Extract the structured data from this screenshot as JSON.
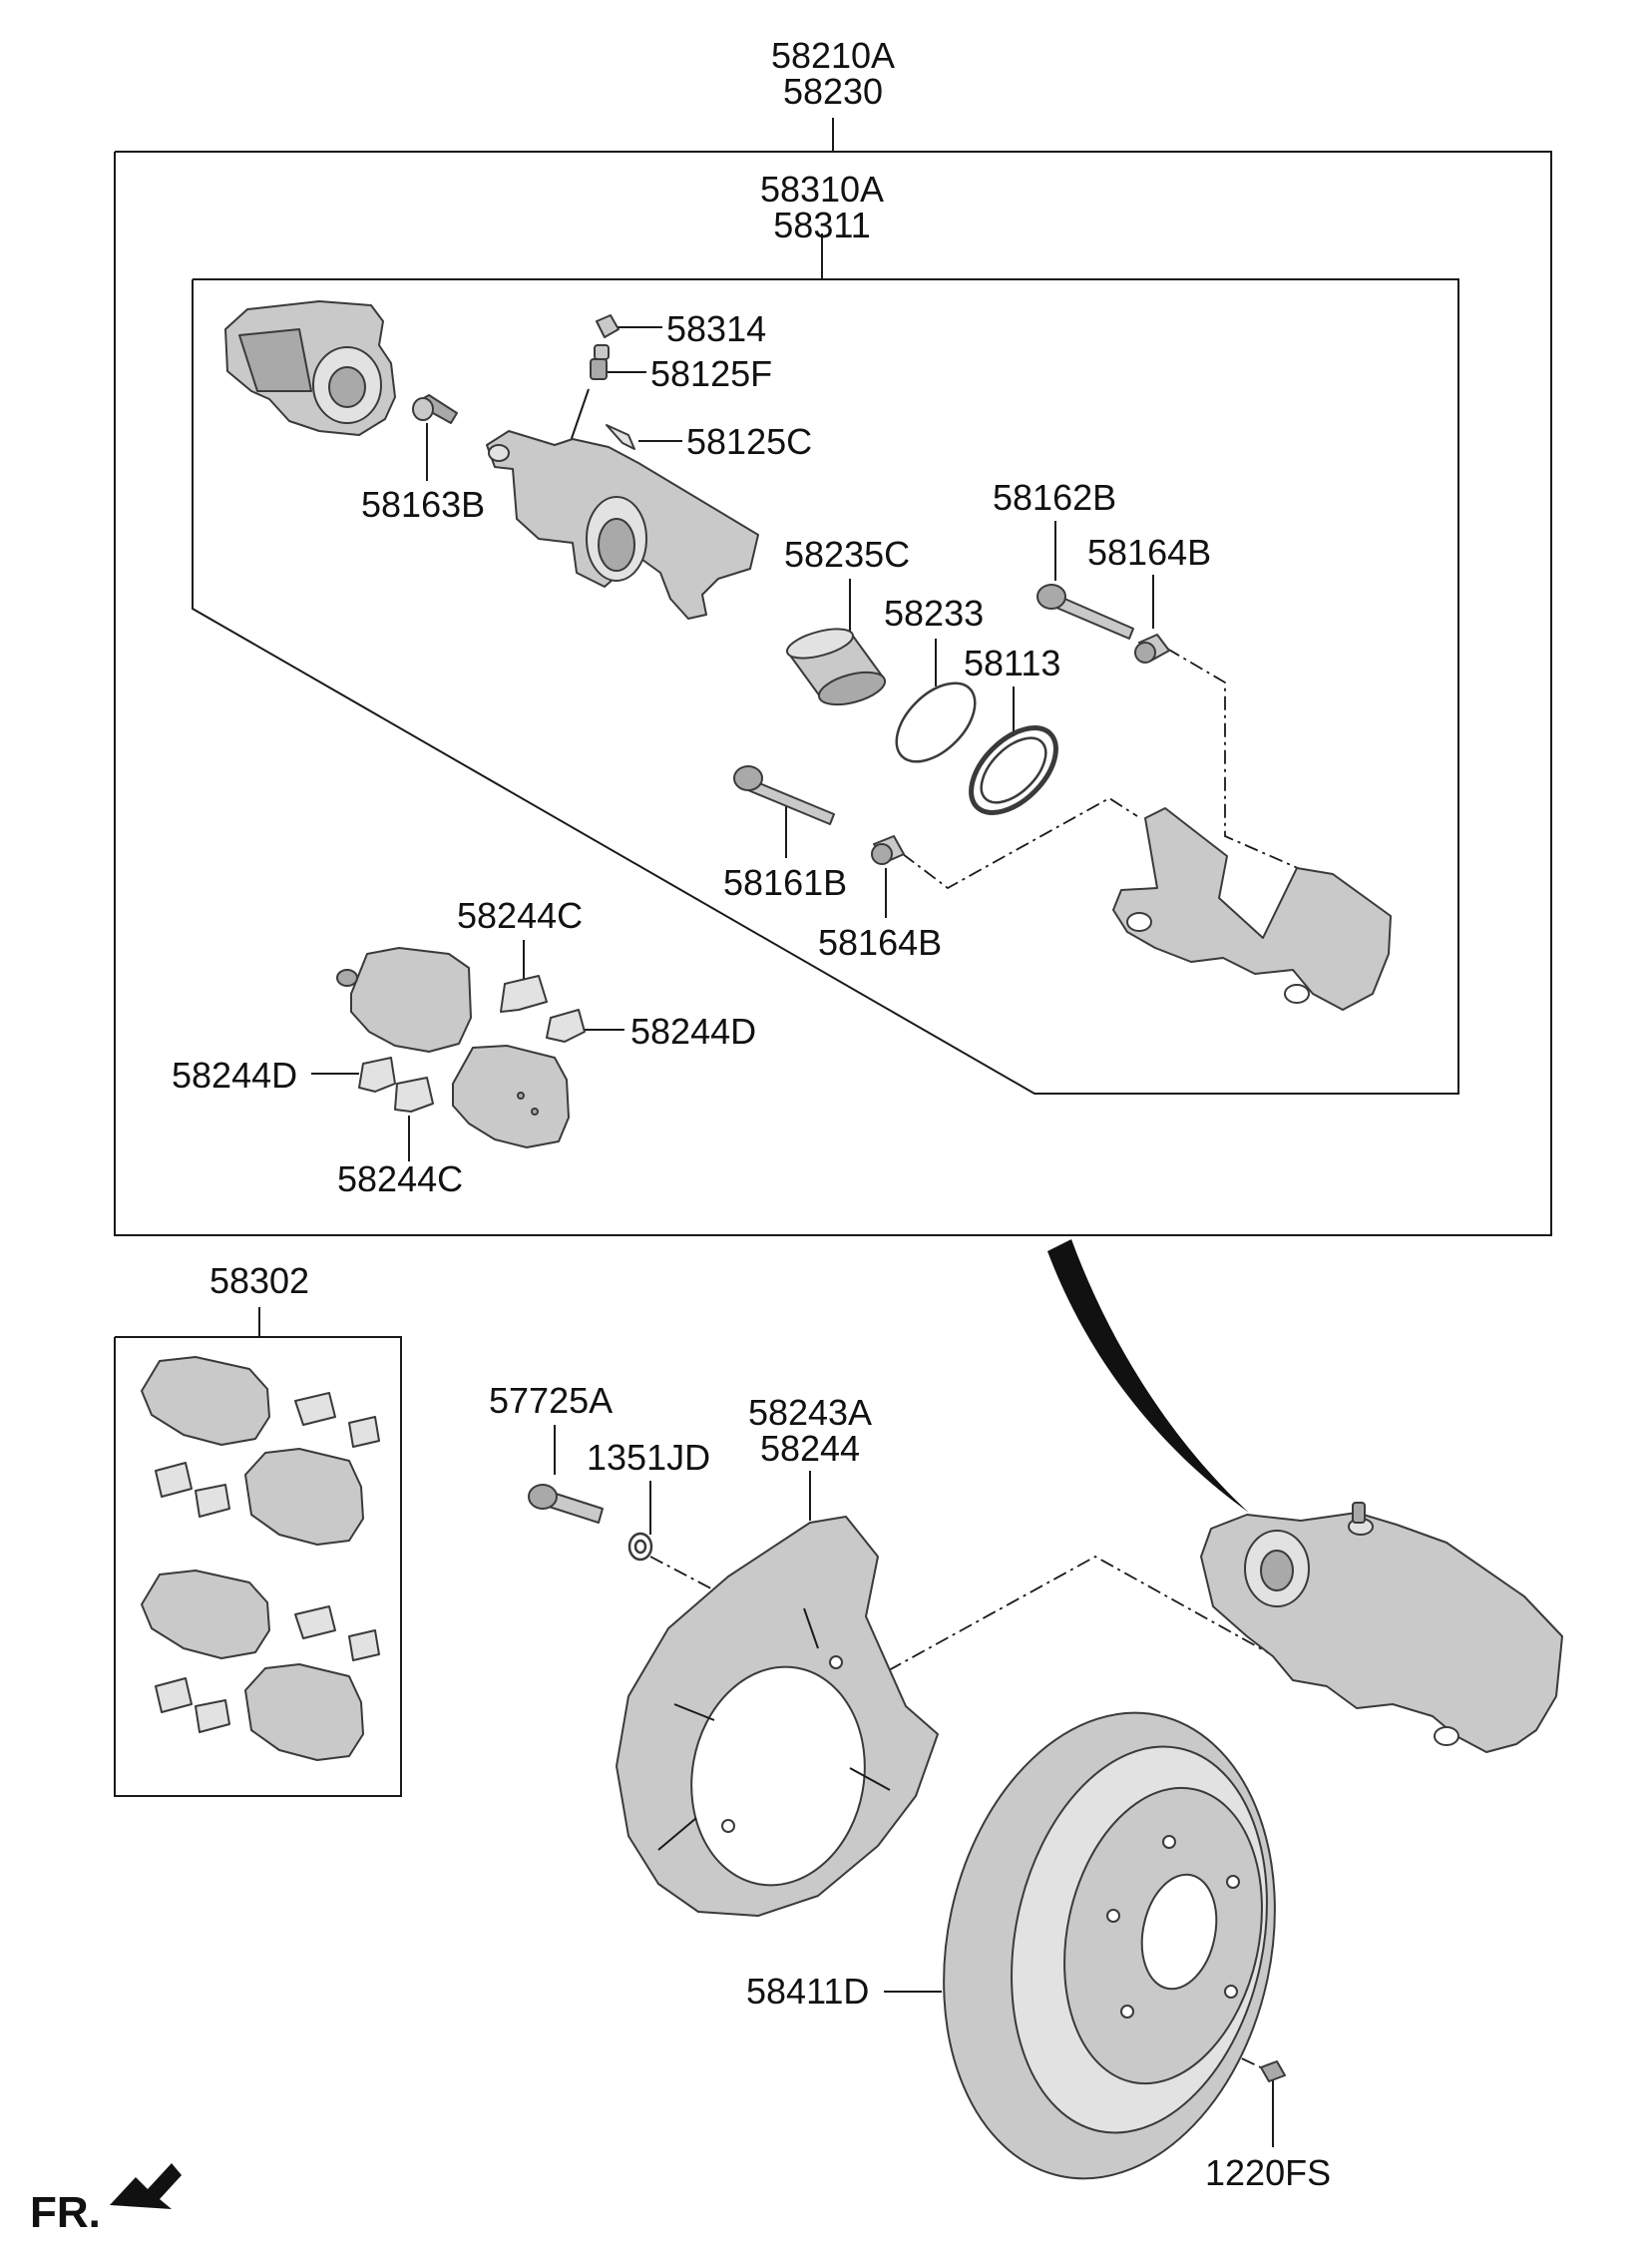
{
  "labels": {
    "assembly_top_1": "58210A",
    "assembly_top_2": "58230",
    "caliper_sub_1": "58310A",
    "caliper_sub_2": "58311",
    "p58314": "58314",
    "p58125F": "58125F",
    "p58125C": "58125C",
    "p58163B": "58163B",
    "p58162B": "58162B",
    "p58164B_top": "58164B",
    "p58235C": "58235C",
    "p58233": "58233",
    "p58113": "58113",
    "p58161B": "58161B",
    "p58164B_bottom": "58164B",
    "p58244C_top": "58244C",
    "p58244D_right": "58244D",
    "p58244D_left": "58244D",
    "p58244C_bottom": "58244C",
    "pad_kit": "58302",
    "p57725A": "57725A",
    "p1351JD": "1351JD",
    "shield_1": "58243A",
    "shield_2": "58244",
    "disc": "58411D",
    "screw": "1220FS",
    "front": "FR."
  }
}
